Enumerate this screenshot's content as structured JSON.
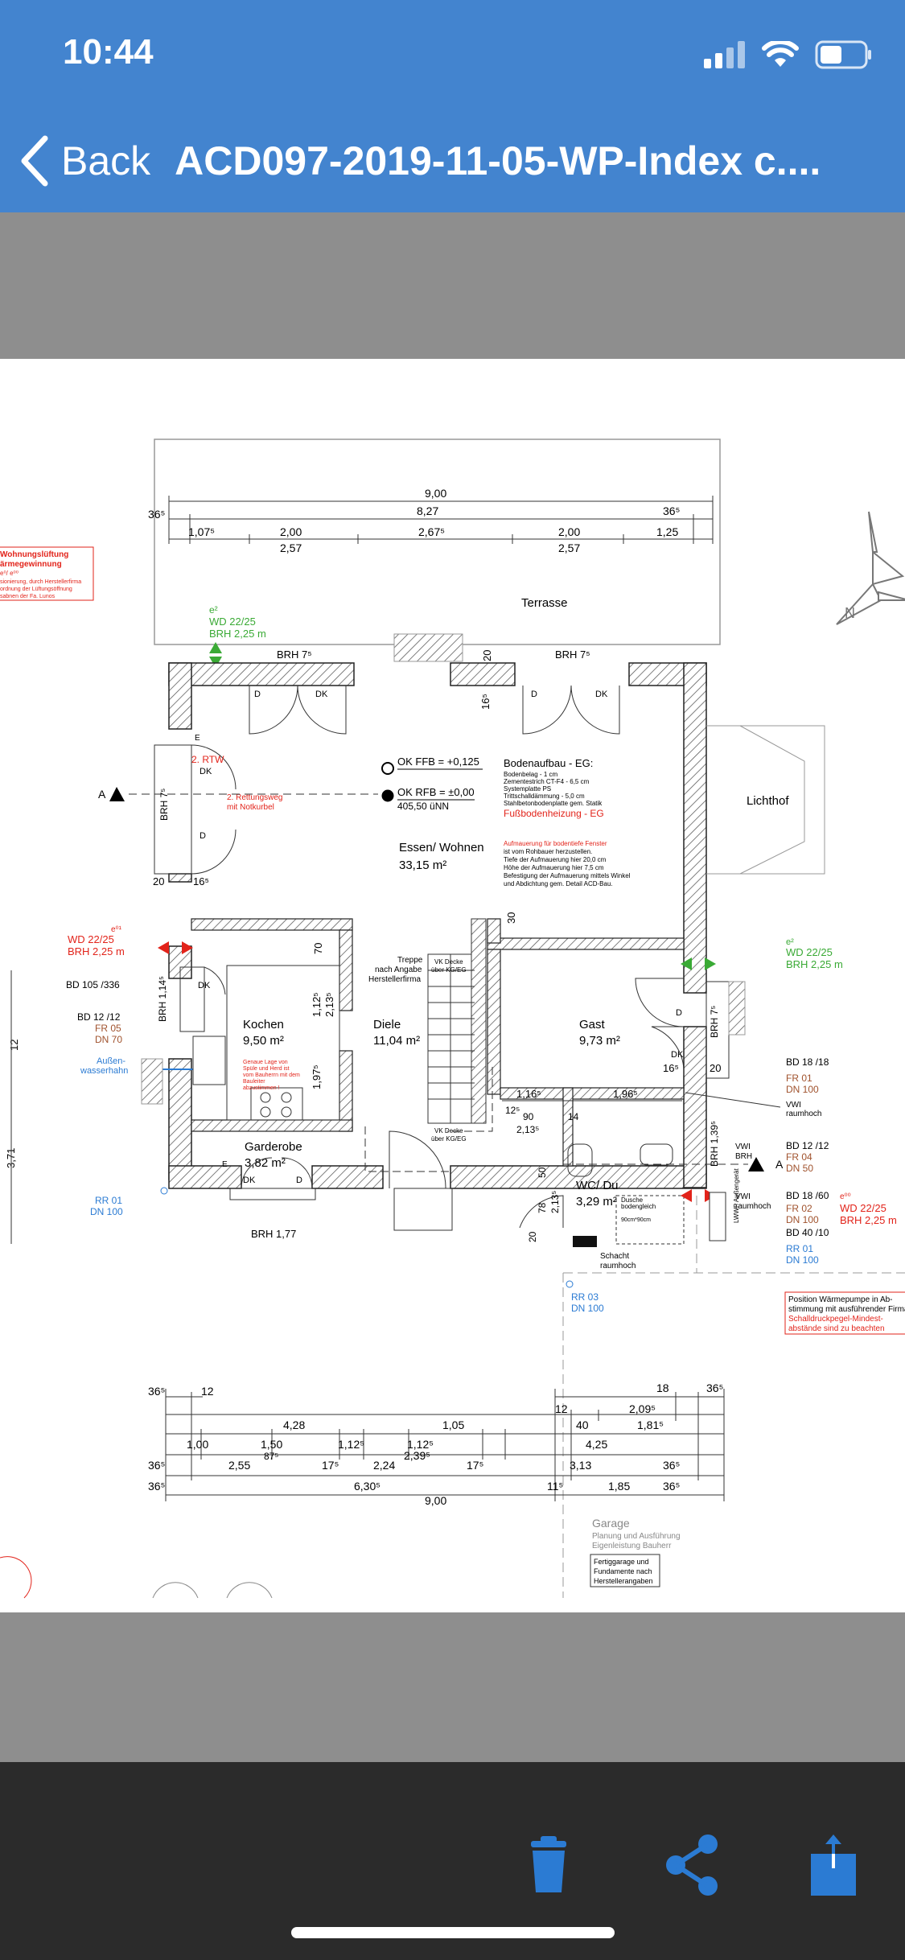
{
  "status": {
    "time": "10:44"
  },
  "nav": {
    "back_label": "Back",
    "title": "ACD097-2019-11-05-WP-Index c...."
  },
  "plan": {
    "terrace": "Terrasse",
    "lichthof": "Lichthof",
    "dims_top": {
      "d900": "9,00",
      "d827": "8,27",
      "d36a": "36⁵",
      "d36b": "36⁵",
      "d107": "1,07⁵",
      "d200a": "2,00",
      "d257a": "2,57",
      "d267": "2,67⁵",
      "d200b": "2,00",
      "d257b": "2,57",
      "d125": "1,25"
    },
    "brh75_a": "BRH 7⁵",
    "brh75_b": "BRH 7⁵",
    "brh75_c": "BRH 7⁵",
    "brh75_d": "BRH 7⁵",
    "dim20": "20",
    "dim165": "16⁵",
    "wd_top": [
      "e²",
      "WD 22/25",
      "BRH 2,25 m"
    ],
    "vent_note": [
      "Wohnungslüftung",
      "ärmegewinnung",
      "e⁰/ e⁰⁰",
      "sionierung, durch Herstellerfirma",
      "ordnung der Lüftungsöffnung",
      "sabnen der Fa. Lunos"
    ],
    "rtw": [
      "2. RTW",
      "DK",
      "D"
    ],
    "rettung": [
      "2. Rettungsweg",
      "mit Notkurbel"
    ],
    "okffb": "OK FFB = +0,125",
    "okrfb": "OK RFB = ±0,00",
    "nn": "405,50 üNN",
    "bodenaufbau": {
      "title": "Bodenaufbau - EG:",
      "lines": [
        "Bodenbelag - 1 cm",
        "Zementestrich CT-F4 - 6,5 cm",
        "Systemplatte PS",
        "Trittschalldämmung - 5,0 cm",
        "Stahlbetonbodenplatte gem. Statik"
      ],
      "heating": "Fußbodenheizung - EG"
    },
    "aufmauerung": [
      "Aufmauerung für bodentiefe Fenster",
      "ist vom Rohbauer herzustellen.",
      "Tiefe der Aufmauerung hier 20,0 cm",
      "Höhe der Aufmauerung hier 7,5 cm",
      "Befestigung der Aufmauerung mittels Winkel",
      "und Abdichtung gem. Detail ACD-Bau."
    ],
    "rooms": {
      "essen": {
        "name": "Essen/ Wohnen",
        "area": "33,15 m²"
      },
      "kochen": {
        "name": "Kochen",
        "area": "9,50 m²"
      },
      "diele": {
        "name": "Diele",
        "area": "11,04 m²"
      },
      "gast": {
        "name": "Gast",
        "area": "9,73 m²"
      },
      "garderobe": {
        "name": "Garderobe",
        "area": "3,82 m²"
      },
      "wc": {
        "name": "WC/ Du",
        "area": "3,29 m²"
      }
    },
    "left_labels": {
      "e01": "e⁰¹",
      "wd": "WD 22/25",
      "brh": "BRH 2,25 m",
      "bd105": "BD 105 /336",
      "bd12": "BD 12 /12",
      "fr05": "FR 05",
      "dn70": "DN 70",
      "aussen": [
        "Außen-",
        "wasserhahn"
      ],
      "rr01": "RR 01",
      "dn100": "DN 100",
      "brh114": "BRH 1,14⁵",
      "dim12": "12",
      "dim371": "3,71"
    },
    "right_labels": {
      "e2": "e²",
      "wd": "WD 22/25",
      "brh": "BRH 2,25 m",
      "bd1818": "BD 18 /18",
      "fr01": "FR 01",
      "dn100a": "DN 100",
      "vwi1": [
        "VWI",
        "raumhoch"
      ],
      "bd1212": "BD 12 /12",
      "fr04": "FR 04",
      "dn50": "DN 50",
      "bd1860": "BD 18 /60",
      "fr02": "FR 02",
      "dn100b": "DN 100",
      "bd4010": "BD 40 /10",
      "rr01": "RR 01",
      "dn100c": "DN 100",
      "e00": "e⁰⁰",
      "wd2": "WD 22/25",
      "brh2": "BRH 2,25 m",
      "vwibrh": [
        "VWI",
        "BRH"
      ],
      "vwi2": [
        "VWI",
        "raumhoch"
      ],
      "brh139": "BRH 1,39⁵",
      "brh75": "BRH 7⁵",
      "lwwp": "LWWP Außengerät"
    },
    "wp_note": [
      "Position Wärmepumpe in Ab-",
      "stimmung mit ausführender Firma",
      "Schalldruckpegel-Mindest-",
      "abstände sind zu beachten"
    ],
    "kitchen_note": [
      "Genaue Lage von",
      "Spüle und Herd ist",
      "vom Bauherrn mit dem",
      "Bauleiter",
      "abzustimmen !"
    ],
    "treppe": [
      "Treppe",
      "nach Angabe",
      "Herstellerfirma"
    ],
    "vk_decke1": [
      "VK Decke",
      "über KG/EG"
    ],
    "vk_decke2": [
      "VK Decke",
      "über KG/EG"
    ],
    "dusche": [
      "Dusche",
      "bodengleich",
      "90cm*90cm"
    ],
    "schacht": [
      "Schacht",
      "raumhoch"
    ],
    "rr03": "RR 03",
    "rr03dn": "DN 100",
    "brh177": "BRH 1,77",
    "dims_inner": {
      "d70": "70",
      "d112": "1,12⁵",
      "d213a": "2,13⁵",
      "d197": "1,97⁵",
      "d30": "30",
      "d116": "1,16⁵",
      "d196": "1,96⁵",
      "d125": "12⁵",
      "d90": "90",
      "d213b": "2,13⁵",
      "d14": "14",
      "d50": "50",
      "d78": "78",
      "d213c": "2,13⁵",
      "d20": "20",
      "d165": "16⁵",
      "d20b": "20"
    },
    "dims_bottom": {
      "r1": {
        "d365": "36⁵",
        "d12": "12",
        "d12b": "12",
        "d209": "2,09⁵",
        "d18": "18",
        "d365b": "36⁵"
      },
      "r2": {
        "d428": "4,28",
        "d105": "1,05",
        "d40": "40",
        "d181": "1,81⁵"
      },
      "r3": {
        "d100": "1,00",
        "d150": "1,50",
        "d112": "1,12⁵",
        "d112b": "1,12⁵",
        "d425": "4,25"
      },
      "r4": {
        "d365": "36⁵",
        "d255": "2,55",
        "d875": "87⁵",
        "d175": "17⁵",
        "d224": "2,24",
        "d239": "2,39⁵",
        "d175b": "17⁵",
        "d313": "3,13",
        "d365b": "36⁵"
      },
      "r5": {
        "d365": "36⁵",
        "d630": "6,30⁵",
        "d115": "11⁵",
        "d185": "1,85",
        "d365b": "36⁵"
      },
      "r6": {
        "d900": "9,00"
      }
    },
    "garage": {
      "title": "Garage",
      "l1": "Planung und Ausführung",
      "l2": "Eigenleistung Bauherr",
      "box": [
        "Fertiggarage und",
        "Fundamente nach",
        "Herstellerangaben"
      ]
    },
    "marker_a1": "A",
    "marker_a2": "A",
    "dk": "DK",
    "d": "D",
    "e": "E"
  },
  "toolbar": {
    "delete": "trash-icon",
    "share": "share-icon",
    "export": "export-icon"
  },
  "colors": {
    "header": "#4384cf",
    "toolbar": "#2b2b2b",
    "icon_blue": "#2b7bd3",
    "red": "#e2231a",
    "green": "#3aaa35",
    "brown": "#a0522d",
    "blue": "#2b7bd3"
  }
}
